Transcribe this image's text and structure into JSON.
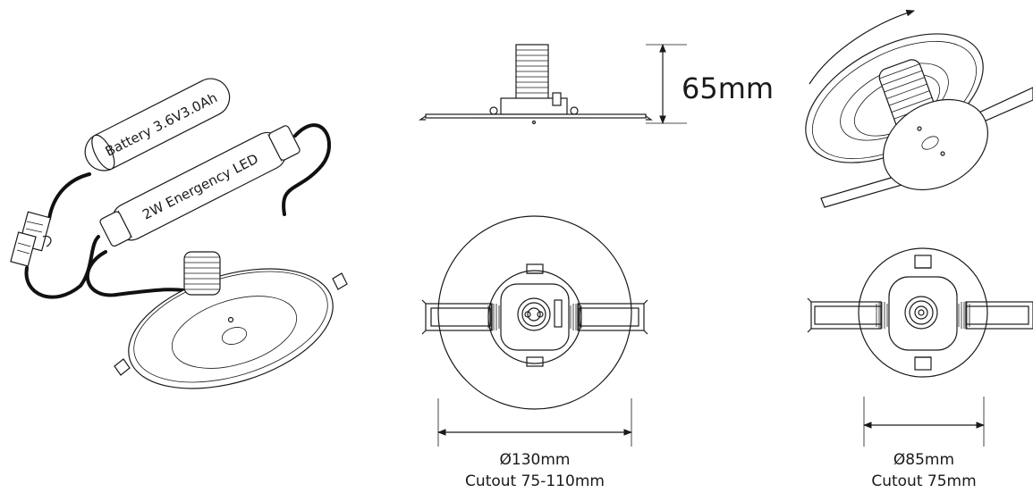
{
  "labels": {
    "battery": "Battery 3.6V3.0Ah",
    "driver": "2W Energency LED",
    "height": "65mm",
    "diameter_large": "Ø130mm",
    "cutout_large": "Cutout 75-110mm",
    "diameter_small": "Ø85mm",
    "cutout_small": "Cutout 75mm"
  },
  "colors": {
    "line": "#1a1a1a",
    "cable": "#111111",
    "background": "#ffffff"
  }
}
